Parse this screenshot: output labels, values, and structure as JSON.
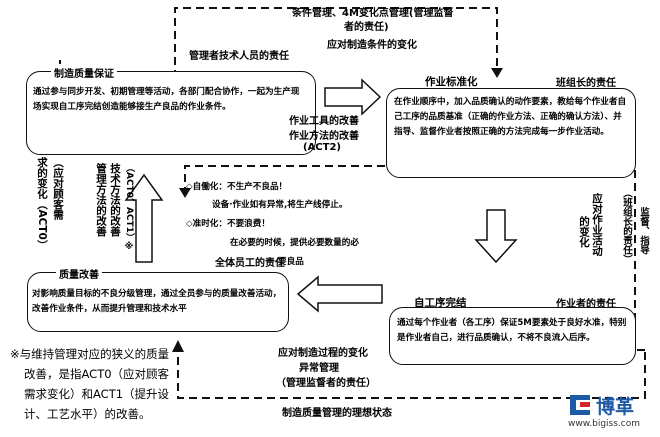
{
  "top": {
    "condition_line1": "条件管理、4M变化点管理(管理监督",
    "condition_line2": "者的责任)",
    "manager_tech_duty": "管理者技术人员的责任",
    "respond_condition": "应对制造条件的变化"
  },
  "box_quality_assurance": {
    "title": "制造质量保证",
    "body": "通过参与同步开发、初期管理等活动，各部门配合协作，一起为生产现场实现自工序完结创造能够接生产良品的作业条件。"
  },
  "middle": {
    "tool_method_line1": "作业工具的改善",
    "tool_method_line2": "作业方法的改善",
    "act2": "(ACT2)"
  },
  "box_standardization": {
    "title": "作业标准化",
    "leader_duty": "班组长的责任",
    "body": "在作业顺序中，加入品质确认的动作要素，教给每个作业者自己工序的品质基准（正确的作业方法、正确的确认方法）、并指导、监督作业者按照正确的方法完成每一步作业活动。"
  },
  "left_vertical": {
    "col1": "求的变化（ACT0）",
    "col2": "（应对顾客需",
    "col3": "管理方法的改善",
    "col4": "技术方法的改善",
    "col5": "（ACT0、ACT1）※"
  },
  "right_vertical": {
    "col1": "应对作业活动",
    "col2": "的变化",
    "col3": "（班组长的责任）",
    "col4": "监督、指导"
  },
  "center": {
    "auto_line1": "◇自働化：不生产不良品！",
    "auto_line2": "设备·作业如有异常,将生产线停止。",
    "jit_line1": "◇准时化：不要浪费！",
    "jit_line2": "在必要的时候，提供必要数量的必",
    "jit_line3": "要良品",
    "all_staff": "全体员工的责任"
  },
  "box_quality_improve": {
    "title": "质量改善",
    "body": "对影响质量目标的不良分级管理，通过全员参与的质量改善活动，改善作业条件，从而提升管理和技术水平"
  },
  "box_self_process": {
    "title": "自工序完结",
    "operator_duty": "作业者的责任",
    "body": "通过每个作业者（各工序）保证5M要素处于良好水准，特别是作业者自己，进行品质确认，不将不良流入后序。"
  },
  "bottom": {
    "respond_process": "应对制造过程的变化",
    "abnormal": "异常管理",
    "supervisor_duty": "（管理监督者的责任）",
    "ideal_state": "制造质量管理的理想状态"
  },
  "note": {
    "line1": "※与维持管理对应的狭义的质量",
    "line2": "改善，是指ACT0（应对顾客",
    "line3": "需求变化）和ACT1（提升设",
    "line4": "计、工艺水平）的改善。"
  },
  "logo": {
    "name": "博革",
    "url": "www.bigiss.com"
  },
  "colors": {
    "line": "#111111",
    "logo_blue": "#1f5aa6",
    "logo_red": "#d6262c"
  }
}
